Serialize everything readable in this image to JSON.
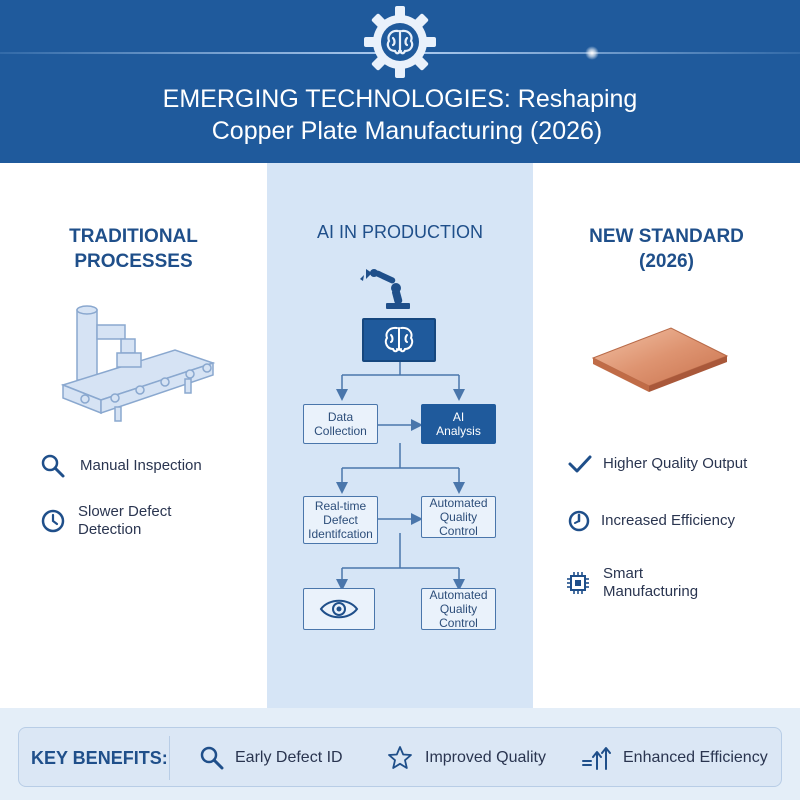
{
  "header": {
    "title_line1": "EMERGING TECHNOLOGIES: Reshaping",
    "title_line2": "Copper Plate Manufacturing (2026)"
  },
  "traditional": {
    "title_line1": "TRADITIONAL",
    "title_line2": "PROCESSES",
    "items": [
      {
        "label": "Manual Inspection",
        "icon": "magnifier-icon"
      },
      {
        "label_line1": "Slower Defect",
        "label_line2": "Detection",
        "icon": "clock-icon"
      }
    ]
  },
  "ai_production": {
    "title": "AI IN PRODUCTION",
    "nodes": {
      "data_collection": {
        "line1": "Data",
        "line2": "Collection"
      },
      "ai_analysis": {
        "line1": "AI",
        "line2": "Analysis"
      },
      "realtime": {
        "line1": "Real-time",
        "line2": "Defect",
        "line3": "Identifcation"
      },
      "auto_qc_1": {
        "line1": "Automated",
        "line2": "Quality",
        "line3": "Control"
      },
      "auto_qc_2": {
        "line1": "Automated",
        "line2": "Quality",
        "line3": "Control"
      }
    }
  },
  "new_standard": {
    "title_line1": "NEW STANDARD",
    "title_line2": "(2026)",
    "items": [
      {
        "label": "Higher Quality Output",
        "icon": "checkmark-icon"
      },
      {
        "label": "Increased Efficiency",
        "icon": "gauge-icon"
      },
      {
        "label_line1": "Smart",
        "label_line2": "Manufacturing",
        "icon": "chip-icon"
      }
    ]
  },
  "footer": {
    "label": "KEY BENEFITS:",
    "benefits": [
      {
        "label": "Early Defect ID",
        "icon": "magnifier-icon"
      },
      {
        "label": "Improved Quality",
        "icon": "star-icon"
      },
      {
        "label": "Enhanced Efficiency",
        "icon": "arrows-up-icon"
      }
    ]
  },
  "colors": {
    "header_bg": "#1f5a9c",
    "accent": "#1f4f8a",
    "mid_column_bg": "#d6e5f6",
    "copper": "#d98a64"
  }
}
